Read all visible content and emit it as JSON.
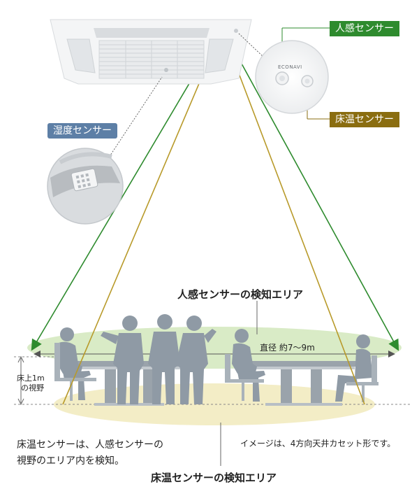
{
  "tags": {
    "human_sensor": "人感センサー",
    "floor_temp_sensor": "床温センサー",
    "humidity_sensor": "湿度センサー"
  },
  "unit": {
    "sensor_badge": "ECONAVI"
  },
  "areas": {
    "human_detect_area": "人感センサーの検知エリア",
    "diameter": "直径 約7〜9m",
    "floor_detect_area": "床温センサーの検知エリア"
  },
  "height_note": {
    "line1": "床上1m",
    "line2": "の視野"
  },
  "notes": {
    "floor_sensor_line1": "床温センサーは、人感センサーの",
    "floor_sensor_line2": "視野のエリア内を検知。",
    "image_note": "イメージは、4方向天井カセット形です。"
  },
  "colors": {
    "green": "#2e8b2e",
    "olive": "#8a6d10",
    "blue": "#5d7fa6",
    "human_area_fill": "#d9ebc6",
    "floor_area_fill": "#f3edc6",
    "silhouette": "#8f9aa5"
  }
}
